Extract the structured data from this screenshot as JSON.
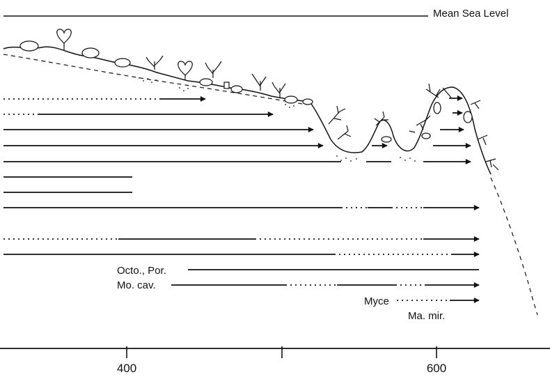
{
  "labels": {
    "sea_level": "Mean Sea Level",
    "octo_por": "Octo., Por.",
    "mo_cav": "Mo. cav.",
    "myce": "Myce",
    "ma_mir": "Ma. mir."
  },
  "axis": {
    "ticks": [
      {
        "label": "400",
        "value": 400
      },
      {
        "label": "",
        "value": 500
      },
      {
        "label": "600",
        "value": 600
      }
    ]
  },
  "icons": [
    "coral-colony-icon",
    "branching-coral-icon",
    "heart-shaped-sponge-icon",
    "arrowhead-icon"
  ],
  "colors": {
    "ink": "#111111",
    "background": "#ffffff"
  }
}
